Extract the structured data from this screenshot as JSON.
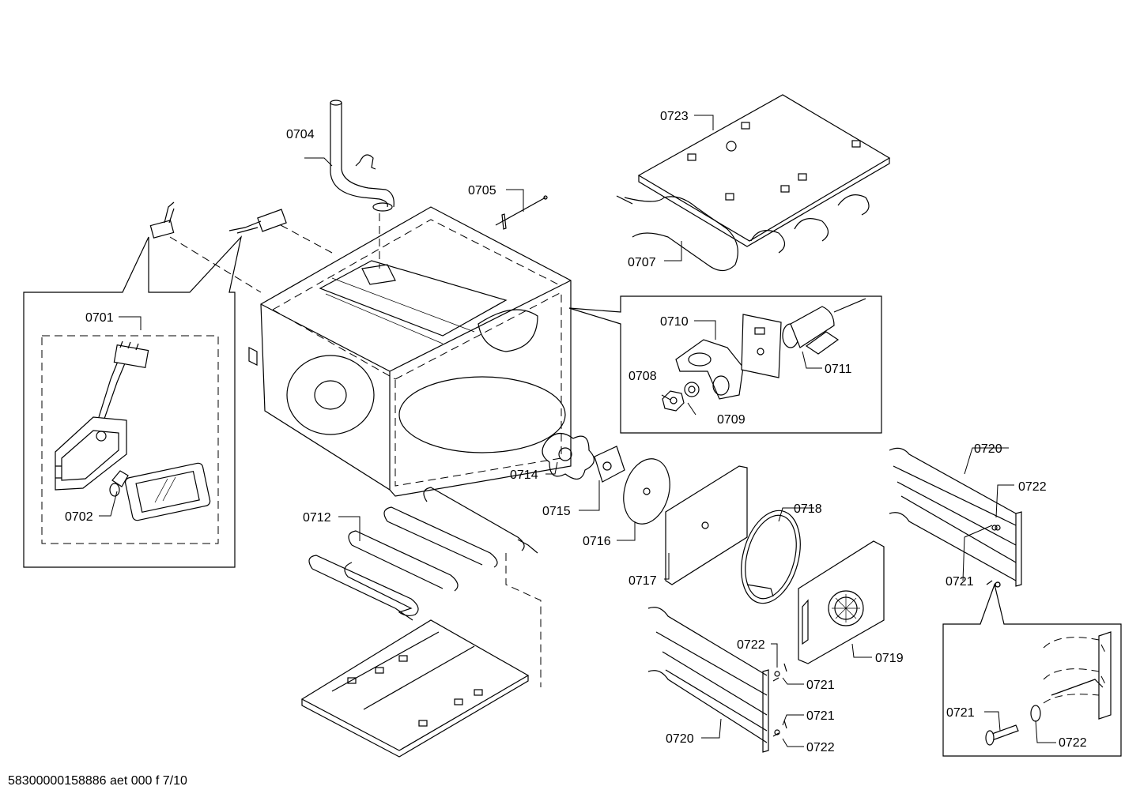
{
  "document_ref": "58300000158886 aet 000 f 7/10",
  "labels": {
    "p0701": "0701",
    "p0702": "0702",
    "p0704": "0704",
    "p0705": "0705",
    "p0707": "0707",
    "p0708": "0708",
    "p0709": "0709",
    "p0710": "0710",
    "p0711": "0711",
    "p0712": "0712",
    "p0714": "0714",
    "p0715": "0715",
    "p0716": "0716",
    "p0717": "0717",
    "p0718": "0718",
    "p0719": "0719",
    "p0720_top": "0720",
    "p0720_bottom": "0720",
    "p0721_right": "0721",
    "p0721_mid_a": "0721",
    "p0721_mid_b": "0721",
    "p0721_inset": "0721",
    "p0722_right": "0722",
    "p0722_mid_a": "0722",
    "p0722_mid_b": "0722",
    "p0722_inset": "0722",
    "p0723": "0723"
  }
}
